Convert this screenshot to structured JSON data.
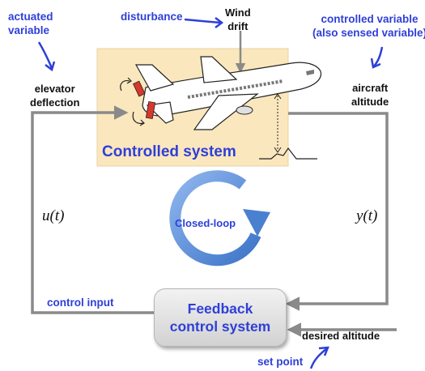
{
  "labels": {
    "actuated_variable": "actuated\nvariable",
    "disturbance": "disturbance",
    "wind_drift": "Wind\ndrift",
    "controlled_variable": "controlled variable\n(also sensed variable)",
    "elevator_deflection": "elevator\ndeflection",
    "aircraft_altitude": "aircraft\naltitude",
    "controlled_system": "Controlled system",
    "u_t": "u(t)",
    "y_t": "y(t)",
    "closed_loop": "Closed-loop",
    "control_input": "control input",
    "feedback_line1": "Feedback",
    "feedback_line2": "control system",
    "desired_altitude": "desired altitude",
    "set_point": "set point"
  },
  "colors": {
    "label_blue": "#2f3fd8",
    "connector_gray": "#8a8a8a",
    "system_fill": "#fbe7bd",
    "elevator_red": "#d8382b",
    "loop_blue": "#5b8fd6"
  },
  "icons": [
    "airplane-icon",
    "closed-loop-arrow-icon",
    "blue-pointer-arrow-icon",
    "terrain-profile-icon"
  ]
}
